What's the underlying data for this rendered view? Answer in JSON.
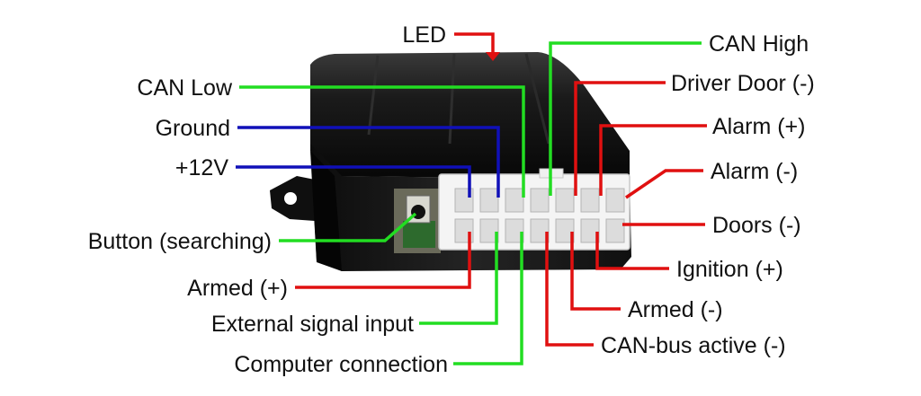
{
  "colors": {
    "red_wire": "#e01010",
    "green_wire": "#22dd22",
    "blue_wire": "#1010b8",
    "module_body": "#121212",
    "connector": "#f4f4f4"
  },
  "labels": {
    "led": "LED",
    "can_high": "CAN High",
    "driver_door": "Driver Door (-)",
    "alarm_plus": "Alarm (+)",
    "alarm_minus": "Alarm (-)",
    "doors_minus": "Doors (-)",
    "ignition_plus": "Ignition (+)",
    "armed_minus": "Armed (-)",
    "canbus_active": "CAN-bus active (-)",
    "can_low": "CAN Low",
    "ground": "Ground",
    "plus_12v": "+12V",
    "button": "Button (searching)",
    "armed_plus": "Armed (+)",
    "external_signal": "External signal input",
    "computer_connection": "Computer connection"
  }
}
